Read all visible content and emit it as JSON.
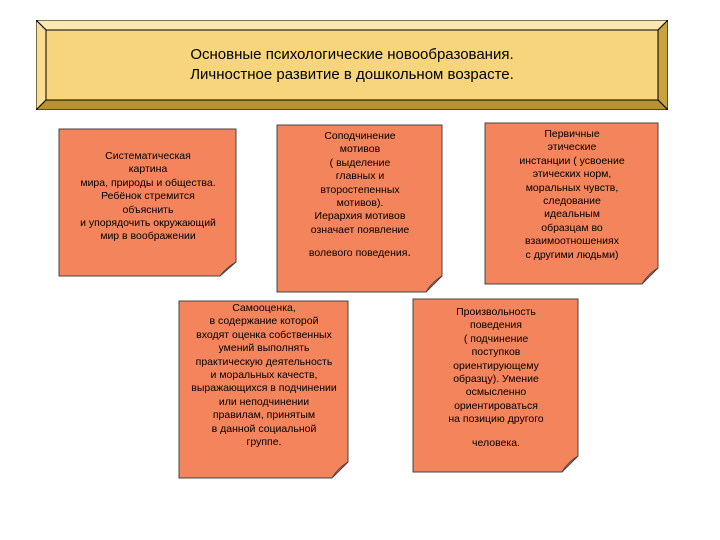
{
  "title": {
    "line1": "Основные психологические новообразования.",
    "line2": "Личностное развитие  в дошкольном возрасте."
  },
  "notes": {
    "n1": {
      "lines": [
        "Систематическая",
        "картина",
        "мира, природы и общества.",
        "Ребёнок стремится",
        "объяснить",
        "и упорядочить окружающий",
        "мир в воображении"
      ]
    },
    "n2": {
      "lines": [
        "Соподчинение",
        "мотивов",
        "( выделение",
        "главных и",
        "второстепенных",
        "мотивов).",
        "Иерархия мотивов",
        "означает появление"
      ],
      "last": "волевого поведения",
      "last_mark": "."
    },
    "n3": {
      "lines": [
        "Первичные",
        "этические",
        "инстанции ( усвоение",
        "этических норм,",
        "моральных чувств,",
        "следование",
        "идеальным",
        "образцам во",
        "взаимоотношениях",
        "с другими людьми)"
      ]
    },
    "n4": {
      "lines": [
        "Самооценка,",
        "в содержание которой",
        "входят оценка собственных",
        "умений выполнять",
        "практическую деятельность",
        "и моральных качеств,",
        "выражающихся в подчинении",
        "или  неподчинении",
        "правилам, принятым",
        "в данной социальной",
        "группе."
      ]
    },
    "n5": {
      "lines": [
        "Произвольность",
        "поведения",
        "( подчинение",
        "поступков",
        "ориентирующему",
        "образцу). Умение",
        "осмысленно",
        "ориентироваться",
        "на позицию другого"
      ],
      "last": "человека."
    }
  },
  "colors": {
    "title_fill": "#f6d57c",
    "title_bevel_light": "#fbe7b0",
    "title_bevel_dark": "#b8922e",
    "note_fill": "#f4845c",
    "note_border": "#444444"
  }
}
